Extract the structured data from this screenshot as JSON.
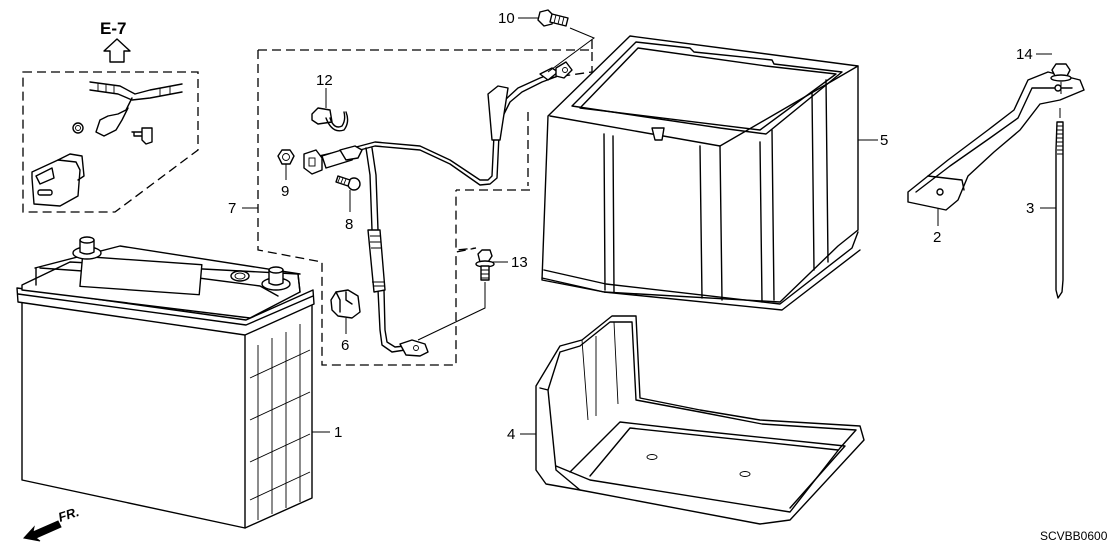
{
  "diagram": {
    "title": "Battery parts diagram",
    "reference": {
      "label": "E-7",
      "arrow_icon": "up-arrow-icon"
    },
    "direction_indicator": {
      "label": "FR.",
      "icon": "front-arrow-icon"
    },
    "diagram_code": "SCVBB0600",
    "callouts": [
      {
        "number": "1",
        "part": "battery"
      },
      {
        "number": "2",
        "part": "battery-hold-down-bracket"
      },
      {
        "number": "3",
        "part": "battery-hold-down-rod"
      },
      {
        "number": "4",
        "part": "battery-tray"
      },
      {
        "number": "5",
        "part": "battery-box"
      },
      {
        "number": "6",
        "part": "terminal-cover"
      },
      {
        "number": "7",
        "part": "ground-cable-assembly"
      },
      {
        "number": "8",
        "part": "bolt"
      },
      {
        "number": "9",
        "part": "nut"
      },
      {
        "number": "10",
        "part": "flange-bolt"
      },
      {
        "number": "12",
        "part": "cable-clip"
      },
      {
        "number": "13",
        "part": "flange-bolt"
      },
      {
        "number": "14",
        "part": "flange-nut"
      }
    ]
  }
}
